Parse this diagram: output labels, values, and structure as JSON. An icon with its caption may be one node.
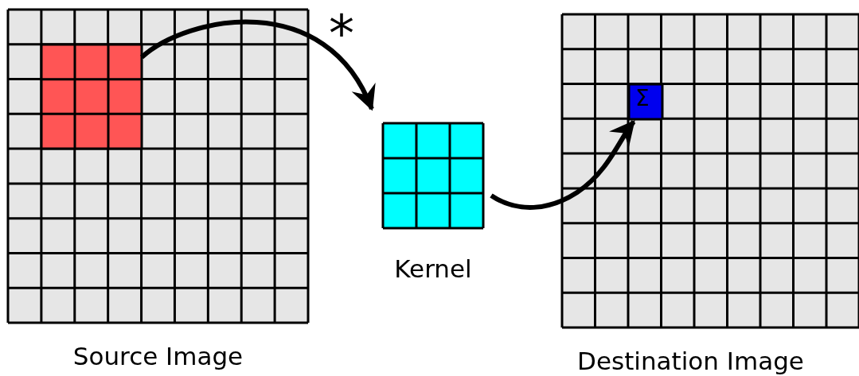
{
  "diagram": {
    "nodes": [
      {
        "text": [
          "Source Image"
        ]
      },
      {
        "text": [],
        "shape": "box",
        "in": 0
      },
      {
        "text": [
          "Kernel"
        ]
      },
      {
        "text": [
          "Destination Image"
        ]
      },
      {
        "text": [
          "Σ"
        ],
        "in": 3
      }
    ],
    "edges": [
      {
        "from": 1,
        "to": 2,
        "arrow": "to",
        "label": "*"
      },
      {
        "from": 2,
        "to": 4,
        "arrow": "to"
      }
    ]
  }
}
